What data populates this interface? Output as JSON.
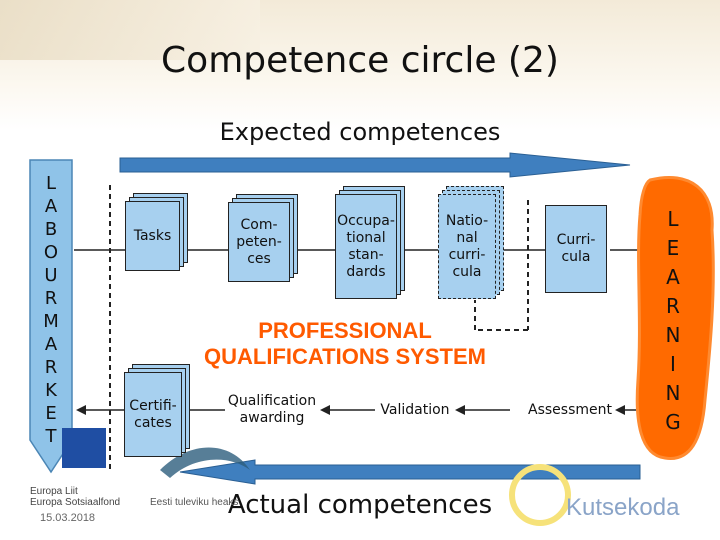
{
  "title": "Competence circle (2)",
  "expected_label": "Expected competences",
  "actual_label": "Actual competences",
  "left_banner_word": [
    "L",
    "A",
    "B",
    "O",
    "U",
    "R",
    "M",
    "A",
    "R",
    "K",
    "E",
    "T"
  ],
  "right_banner_word": [
    "L",
    "E",
    "A",
    "R",
    "N",
    "I",
    "N",
    "G"
  ],
  "top_items": [
    {
      "label_lines": [
        "Tasks"
      ]
    },
    {
      "label_lines": [
        "Com-",
        "peten-",
        "ces"
      ]
    },
    {
      "label_lines": [
        "Occupa-",
        "tional",
        "stan-",
        "dards"
      ]
    },
    {
      "label_lines": [
        "Natio-",
        "nal",
        "curri-",
        "cula"
      ]
    },
    {
      "label_lines": [
        "Curri-",
        "cula"
      ]
    }
  ],
  "bottom_items": [
    {
      "label_lines": [
        "Certifi-",
        "cates"
      ]
    },
    {
      "label_lines": [
        "Qualification",
        "awarding"
      ]
    },
    {
      "label_lines": [
        "Validation"
      ]
    },
    {
      "label_lines": [
        "Assessment"
      ]
    }
  ],
  "center_label_lines": [
    "PROFESSIONAL",
    "QUALIFICATIONS SYSTEM"
  ],
  "footer": {
    "eu_line1": "Europa Liit",
    "eu_line2": "Europa Sotsiaalfond",
    "date": "15.03.2018",
    "etf": "Eesti tuleviku heaks",
    "org": "Kutsekoda"
  },
  "colors": {
    "card_fill": "#a7d0ef",
    "arrow_blue": "#3f7fbf",
    "orange": "#ff6a00",
    "pqs_text": "#ff5a00"
  }
}
